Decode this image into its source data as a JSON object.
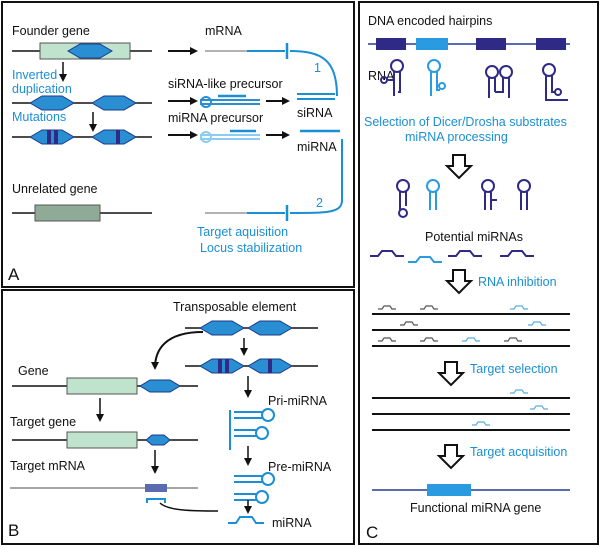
{
  "panel_a": {
    "letter": "A",
    "founder_gene": "Founder gene",
    "inverted_duplication": [
      "Inverted",
      "duplication"
    ],
    "mutations": "Mutations",
    "unrelated_gene": "Unrelated gene",
    "mrna": "mRNA",
    "sirna_like_precursor": "siRNA-like precursor",
    "mirna_precursor": "miRNA precursor",
    "sirna": "siRNA",
    "mirna": "miRNA",
    "route_1": "1",
    "route_2": "2",
    "target_acquisition": "Target aquisition",
    "locus_stabilization": "Locus stabilization"
  },
  "panel_b": {
    "letter": "B",
    "transposable_element": "Transposable element",
    "gene": "Gene",
    "target_gene": "Target gene",
    "target_mrna": "Target mRNA",
    "pri_mirna": "Pri-miRNA",
    "pre_mirna": "Pre-miRNA",
    "mirna": "miRNA"
  },
  "panel_c": {
    "letter": "C",
    "dna_hairpins": "DNA encoded hairpins",
    "rna": "RNA",
    "selection": [
      "Selection of Dicer/Drosha substrates",
      "miRNA processing"
    ],
    "potential_mirnas": "Potential miRNAs",
    "rna_inhibition": "RNA inhibition",
    "target_selection": "Target selection",
    "target_acquisition": "Target acquisition",
    "functional_gene": "Functional miRNA gene"
  },
  "colors": {
    "dark_blue": "#2e2a86",
    "blue": "#1b8fd4",
    "light_blue": "#7cc4f0",
    "light_green": "#bfe3cc",
    "gray_green": "#8faa96",
    "gray": "#888888",
    "black": "#111111"
  }
}
